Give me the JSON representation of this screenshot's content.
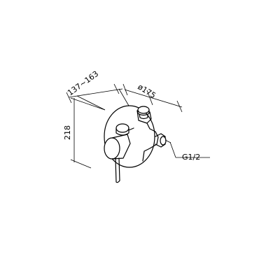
{
  "drawing": {
    "dimensions": {
      "depth_range": "137~163",
      "plate_diameter": "ø175",
      "height": "218",
      "thread": "G1/2"
    }
  }
}
